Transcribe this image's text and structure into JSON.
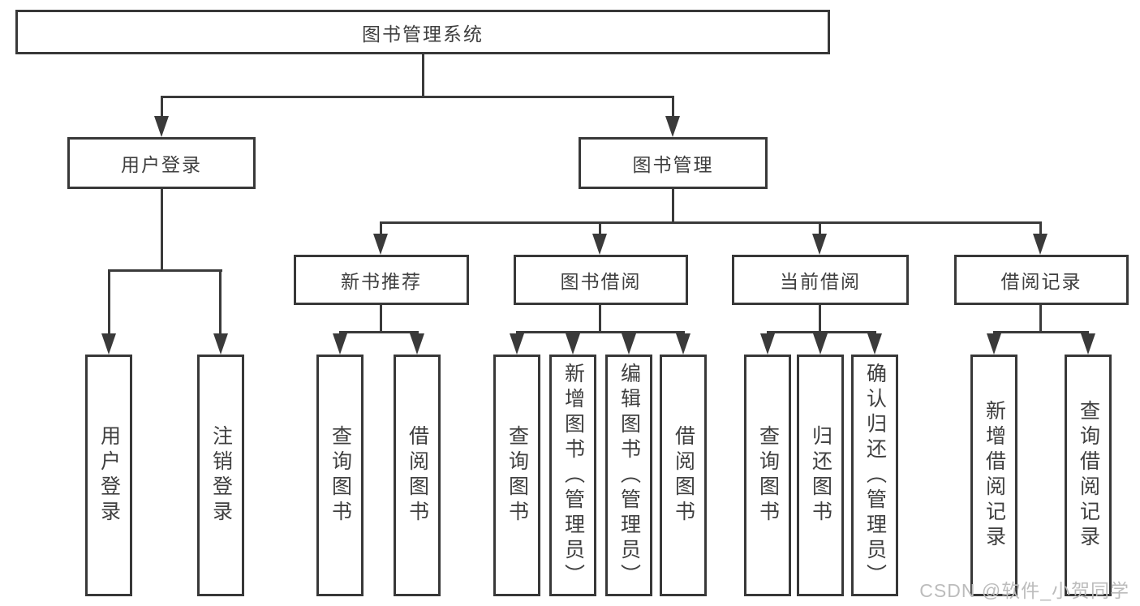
{
  "diagram": {
    "title": "图书管理系统",
    "type": "hierarchy-tree",
    "root": {
      "label": "图书管理系统"
    },
    "level2": [
      {
        "label": "用户登录",
        "leaves": [
          {
            "label": "用户登录"
          },
          {
            "label": "注销登录"
          }
        ]
      },
      {
        "label": "图书管理",
        "groups": [
          {
            "label": "新书推荐",
            "leaves": [
              {
                "label": "查询图书"
              },
              {
                "label": "借阅图书"
              }
            ]
          },
          {
            "label": "图书借阅",
            "leaves": [
              {
                "label": "查询图书"
              },
              {
                "label": "新增图书（管理员）"
              },
              {
                "label": "编辑图书（管理员）"
              },
              {
                "label": "借阅图书"
              }
            ]
          },
          {
            "label": "当前借阅",
            "leaves": [
              {
                "label": "查询图书"
              },
              {
                "label": "归还图书"
              },
              {
                "label": "确认归还（管理员）"
              }
            ]
          },
          {
            "label": "借阅记录",
            "leaves": [
              {
                "label": "新增借阅记录"
              },
              {
                "label": "查询借阅记录"
              }
            ]
          }
        ]
      }
    ],
    "watermark": "CSDN @软件_小贺同学",
    "colors": {
      "line": "#3a3a3a",
      "text": "#3f3f3f",
      "watermark": "#bcbcbc",
      "background": "#ffffff"
    }
  }
}
